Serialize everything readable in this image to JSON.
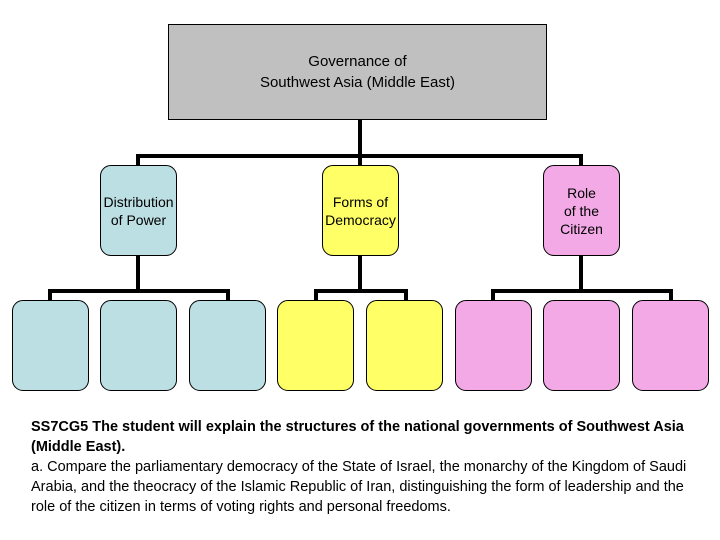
{
  "diagram": {
    "root": {
      "label_line1": "Governance of",
      "label_line2": "Southwest Asia (Middle East)",
      "color": "#c0c0c0"
    },
    "branches": [
      {
        "label": "Distribution\nof Power",
        "color": "#bcdfe3",
        "children": [
          {
            "label": ""
          },
          {
            "label": ""
          },
          {
            "label": ""
          }
        ]
      },
      {
        "label": "Forms of\nDemocracy",
        "color": "#ffff66",
        "children": [
          {
            "label": ""
          },
          {
            "label": ""
          }
        ]
      },
      {
        "label": "Role\nof the\nCitizen",
        "color": "#f2a9e6",
        "children": [
          {
            "label": ""
          },
          {
            "label": ""
          },
          {
            "label": ""
          }
        ]
      }
    ]
  },
  "standard": {
    "title": "SS7CG5 The student will explain the structures of the national governments of Southwest Asia (Middle East).",
    "element_a": "a. Compare the parliamentary democracy of the State of Israel, the monarchy of the Kingdom of Saudi Arabia, and the theocracy of the Islamic Republic of Iran, distinguishing the form of leadership and the role of the citizen in terms of voting rights and personal freedoms."
  }
}
